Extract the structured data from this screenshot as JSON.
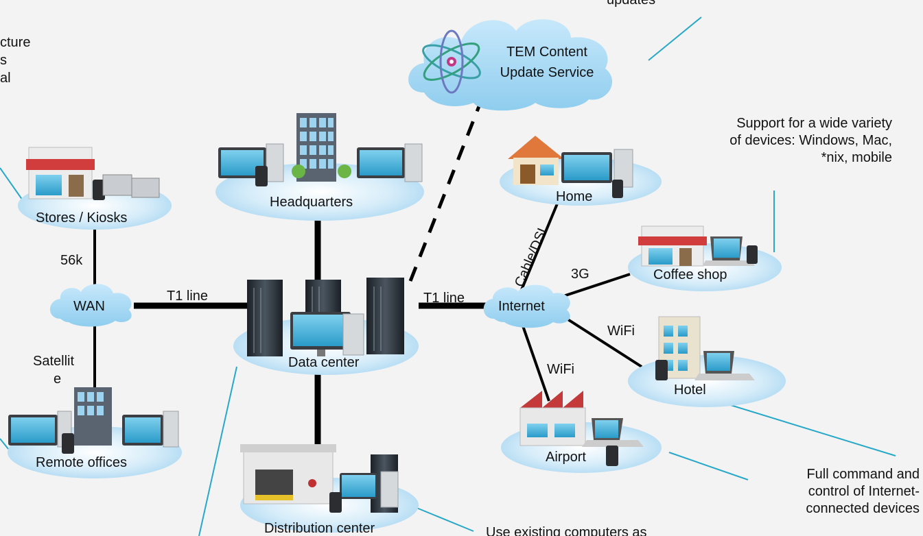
{
  "cloud_service": {
    "line1": "TEM Content",
    "line2": "Update Service"
  },
  "clouds": {
    "wan": "WAN",
    "internet": "Internet"
  },
  "sites": {
    "headquarters": "Headquarters",
    "stores": "Stores / Kiosks",
    "remote_offices": "Remote offices",
    "data_center": "Data center",
    "distribution_center": "Distribution center",
    "home": "Home",
    "coffee_shop": "Coffee shop",
    "hotel": "Hotel",
    "airport": "Airport"
  },
  "links": {
    "stores_wan": "56k",
    "wan_remote_1": "Satellit",
    "wan_remote_2": "e",
    "wan_datacenter": "T1 line",
    "datacenter_internet": "T1 line",
    "internet_home": "Cable/DSL",
    "internet_coffee": "3G",
    "internet_hotel": "WiFi",
    "internet_airport": "WiFi"
  },
  "notes": {
    "top_partial": "updates",
    "left_partial_1": "cture",
    "left_partial_2": "s",
    "left_partial_3": "al",
    "devices_1": "Support for a wide variety",
    "devices_2": "of devices: Windows, Mac,",
    "devices_3": "*nix, mobile",
    "command_1": "Full command and",
    "command_2": "control of Internet-",
    "command_3": "connected devices",
    "existing_1": "Use existing computers as"
  },
  "colors": {
    "cloud": "#a9d8f2",
    "platform": "#d3ebf8",
    "callout": "#27a8c8",
    "link": "#000000"
  }
}
